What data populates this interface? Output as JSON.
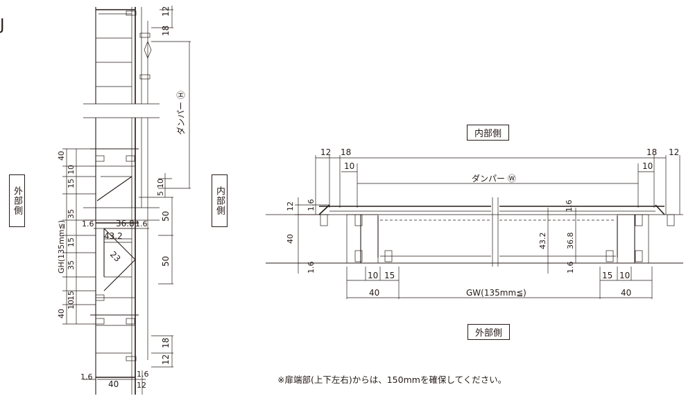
{
  "corner_glyph": "J",
  "labels": {
    "outside_left": "外部側",
    "inside_mid": "内部側",
    "inside_top": "内部側",
    "outside_bottom": "外部側"
  },
  "note": "※扉端部(上下左右)からは、150mmを確保してください。",
  "section_dims": {
    "top_12": "12",
    "top_18": "18",
    "damper_h": "ダンパー Ⓗ",
    "d_5": "5",
    "d_10": "10",
    "d_50a": "50",
    "d_50b": "50",
    "bot_18": "18",
    "bot_12": "12",
    "bot_16": "1.6",
    "bot_12b": "12",
    "bot_16l": "1.6",
    "bot_40": "40",
    "l_40a": "40",
    "l_10a": "10",
    "l_15a": "15",
    "l_35a": "35",
    "l_15b": "15",
    "l_35b": "35",
    "l_15c": "15",
    "l_10b": "10",
    "l_40b": "40",
    "gh": "GH(135mm≦)",
    "d_16a": "1.6",
    "d_368": "36.8",
    "d_16b": "1.6",
    "d_432": "43.2",
    "d_23": "23"
  },
  "plan_dims": {
    "l_12": "12",
    "l_18": "18",
    "l_10": "10",
    "r_18": "18",
    "r_12": "12",
    "r_10": "10",
    "damper_w": "ダンパー Ⓦ",
    "h_12": "12",
    "h_16": "1.6",
    "h_40": "40",
    "h_16b": "1.6",
    "c_16": "1.6",
    "c_432": "43.2",
    "c_368": "36.8",
    "c_16b": "1.6",
    "b_10": "10",
    "b_15": "15",
    "b_15r": "15",
    "b_10r": "10",
    "b_40": "40",
    "b_40r": "40",
    "gw": "GW(135mm≦)"
  }
}
